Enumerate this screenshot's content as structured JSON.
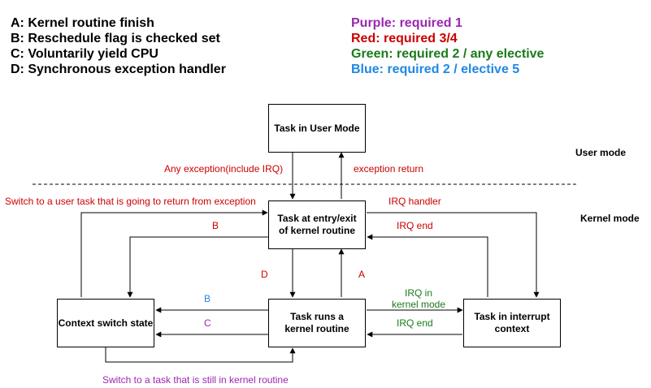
{
  "colors": {
    "purple": "#9c27b0",
    "red": "#cc0000",
    "green": "#1a7a1a",
    "blue": "#1e88e5",
    "black": "#000000"
  },
  "legend": {
    "a": "A: Kernel routine finish",
    "b": "B: Reschedule flag is checked set",
    "c": "C: Voluntarily yield CPU",
    "d": "D: Synchronous exception handler",
    "purple": "Purple: required 1",
    "red": "Red: required 3/4",
    "green": "Green: required 2 / any elective",
    "blue": "Blue: required 2 / elective 5"
  },
  "boxes": {
    "user_mode_task": "Task in User Mode",
    "entry_exit": "Task at entry/exit of kernel routine",
    "kernel_routine": "Task runs a kernel routine",
    "context_switch": "Context switch state",
    "interrupt": "Task in interrupt context"
  },
  "mode_labels": {
    "user": "User mode",
    "kernel": "Kernel mode"
  },
  "edge_labels": {
    "any_exception": "Any exception(include IRQ)",
    "exception_return": "exception return",
    "switch_user": "Switch to a user task that is going to return from exception",
    "irq_handler": "IRQ handler",
    "irq_end_top": "IRQ end",
    "b_red": "B",
    "d_red": "D",
    "a_red": "A",
    "b_blue": "B",
    "c_purple": "C",
    "irq_in_kernel_1": "IRQ in",
    "irq_in_kernel_2": "kernel mode",
    "irq_end_green": "IRQ end",
    "switch_kernel": "Switch to a task that is still in kernel routine"
  }
}
